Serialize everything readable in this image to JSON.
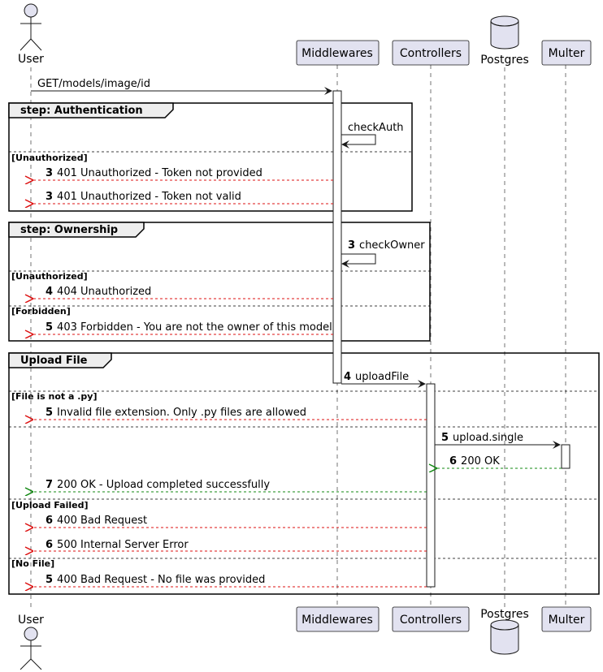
{
  "participants": {
    "user": "User",
    "middlewares": "Middlewares",
    "controllers": "Controllers",
    "postgres": "Postgres",
    "multer": "Multer"
  },
  "groups": {
    "authentication": {
      "title": "step: Authentication",
      "guard_unauthorized": "[Unauthorized]"
    },
    "ownership": {
      "title": "step: Ownership",
      "guard_unauthorized": "[Unauthorized]",
      "guard_forbidden": "[Forbidden]"
    },
    "upload": {
      "title": "Upload File",
      "guard_not_py": "[File is not a .py]",
      "guard_upload_failed": "[Upload Failed]",
      "guard_no_file": "[No File]"
    }
  },
  "messages": {
    "m1": {
      "num": "",
      "text": "GET/models/image/id"
    },
    "m2": {
      "num": "",
      "text": "checkAuth"
    },
    "m3": {
      "num": "3",
      "text": "401 Unauthorized - Token not provided"
    },
    "m4": {
      "num": "3",
      "text": "401 Unauthorized - Token not valid"
    },
    "m5": {
      "num": "3",
      "text": "checkOwner"
    },
    "m6": {
      "num": "4",
      "text": "404 Unauthorized"
    },
    "m7": {
      "num": "5",
      "text": "403 Forbidden - You are not the owner of this model"
    },
    "m8": {
      "num": "4",
      "text": "uploadFile"
    },
    "m9": {
      "num": "5",
      "text": "Invalid file extension. Only .py files are allowed"
    },
    "m10": {
      "num": "5",
      "text": "upload.single"
    },
    "m11": {
      "num": "6",
      "text": "200 OK"
    },
    "m12": {
      "num": "7",
      "text": "200 OK - Upload completed successfully"
    },
    "m13": {
      "num": "6",
      "text": "400 Bad Request"
    },
    "m14": {
      "num": "6",
      "text": "500 Internal Server Error"
    },
    "m15": {
      "num": "5",
      "text": "400 Bad Request - No file was provided"
    }
  },
  "colors": {
    "participant_fill": "#e2e2f0",
    "participant_stroke": "#181818",
    "lifeline": "#181818",
    "error_return": "#dd1111",
    "success_return": "#118811",
    "arrow": "#181818"
  }
}
